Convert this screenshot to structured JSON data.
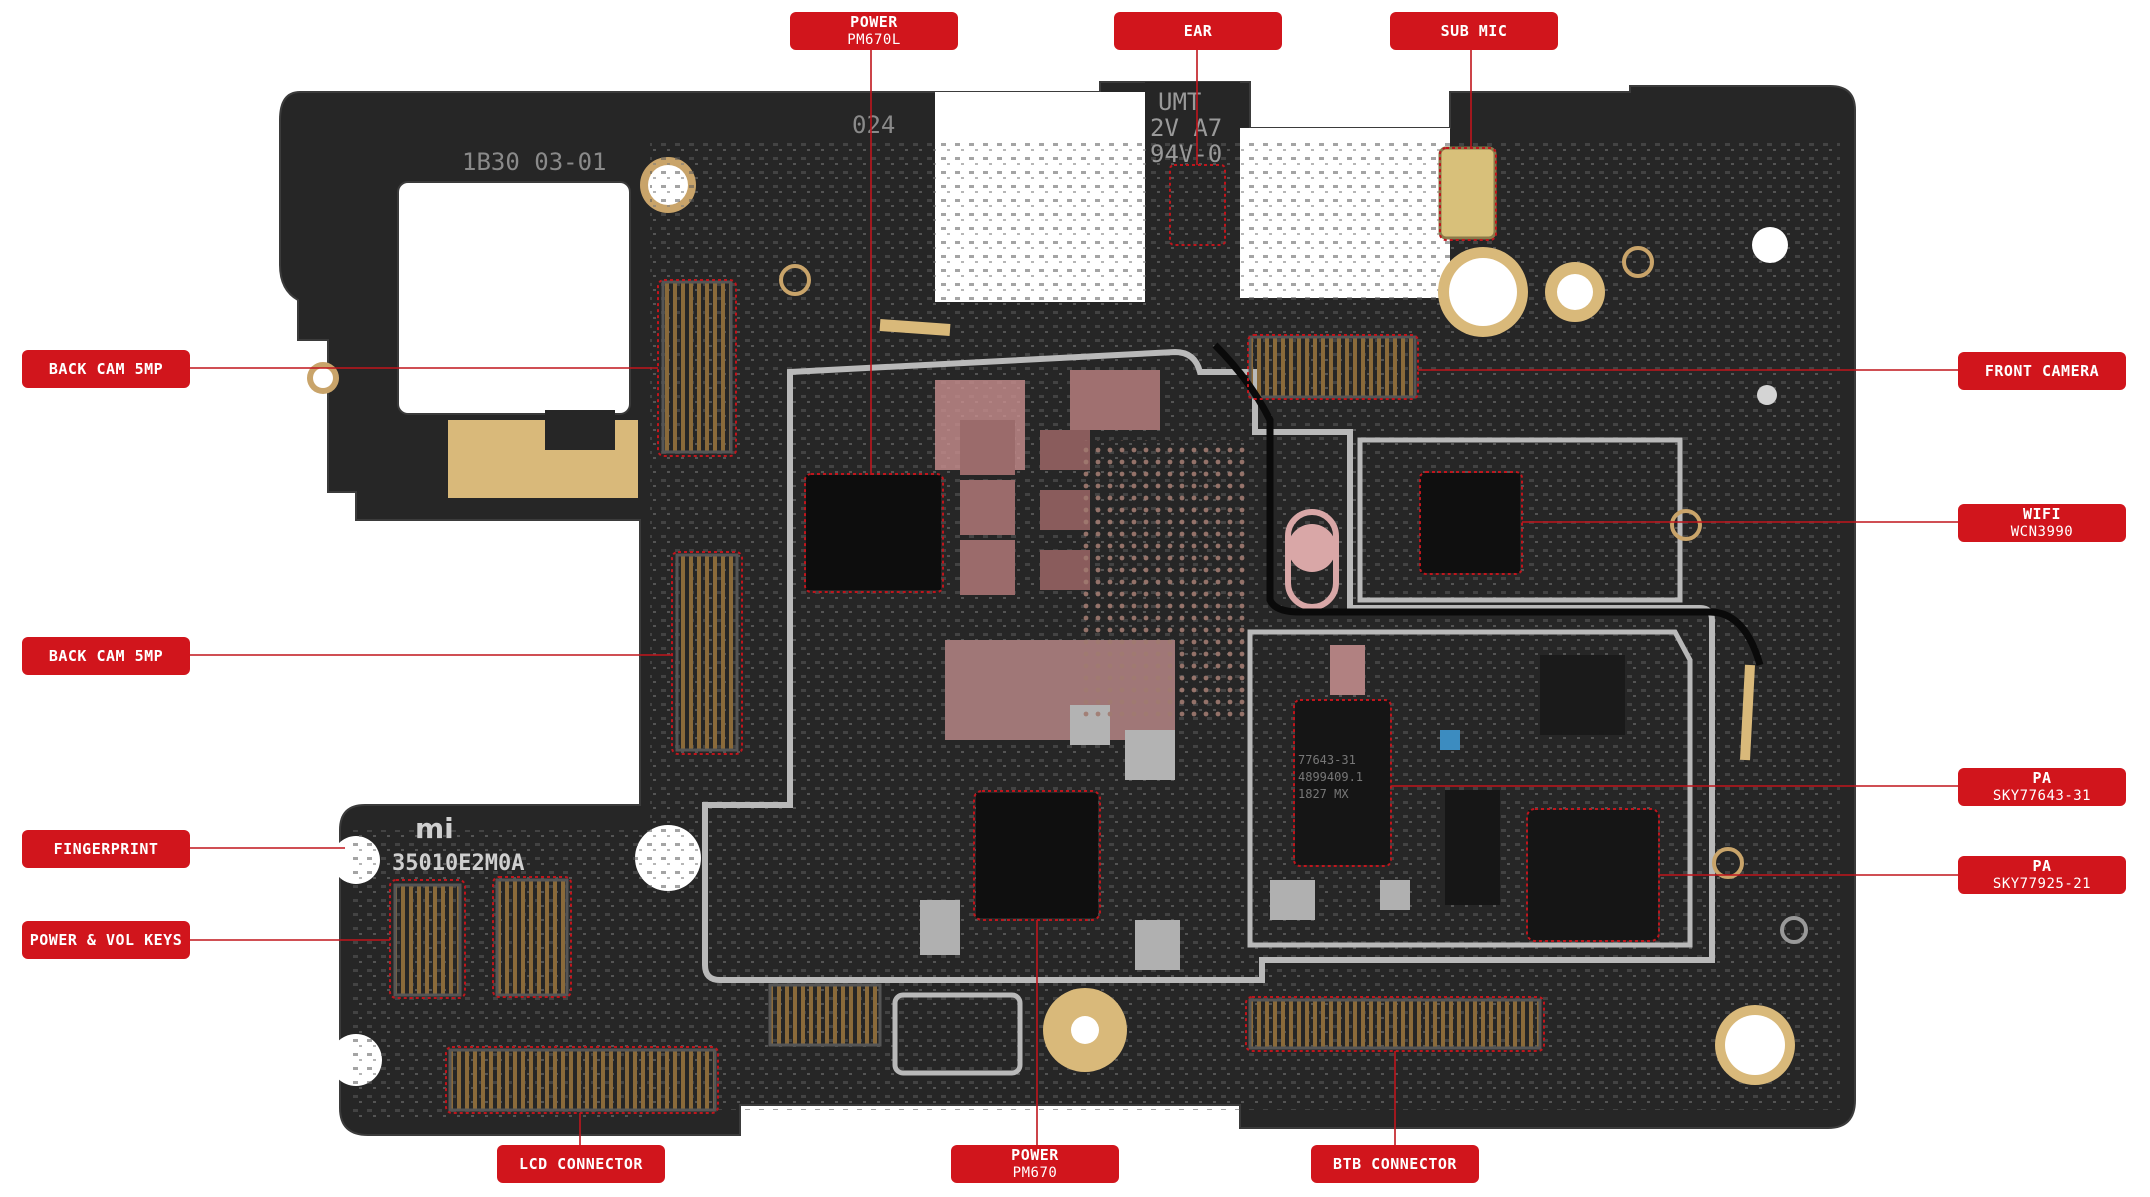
{
  "labels": {
    "power_pm670l": {
      "title": "POWER",
      "sub": "PM670L"
    },
    "ear": {
      "title": "EAR"
    },
    "sub_mic": {
      "title": "SUB MIC"
    },
    "back_cam_1": {
      "title": "BACK CAM 5MP"
    },
    "back_cam_2": {
      "title": "BACK CAM 5MP"
    },
    "front_camera": {
      "title": "FRONT CAMERA"
    },
    "wifi": {
      "title": "WIFI",
      "sub": "WCN3990"
    },
    "fingerprint": {
      "title": "FINGERPRINT"
    },
    "power_vol_keys": {
      "title": "POWER & VOL KEYS"
    },
    "pa_1": {
      "title": "PA",
      "sub": "SKY77643-31"
    },
    "pa_2": {
      "title": "PA",
      "sub": "SKY77925-21"
    },
    "lcd_connector": {
      "title": "LCD CONNECTOR"
    },
    "power_pm670": {
      "title": "POWER",
      "sub": "PM670"
    },
    "btb_connector": {
      "title": "BTB CONNECTOR"
    }
  },
  "board_text": {
    "code_top": "1B30 03-01",
    "code_024": "024",
    "umt_1": "UMT",
    "umt_2": "2V A7",
    "umt_3": "94V-0",
    "mi_logo": "mi",
    "board_id": "35010E2M0A",
    "chip_text_1": "77643-31",
    "chip_text_2": "4899409.1",
    "chip_text_3": "1827 MX"
  },
  "colors": {
    "label_red": "#d1151c",
    "board": "#242424",
    "trace": "#b9b9b9"
  }
}
